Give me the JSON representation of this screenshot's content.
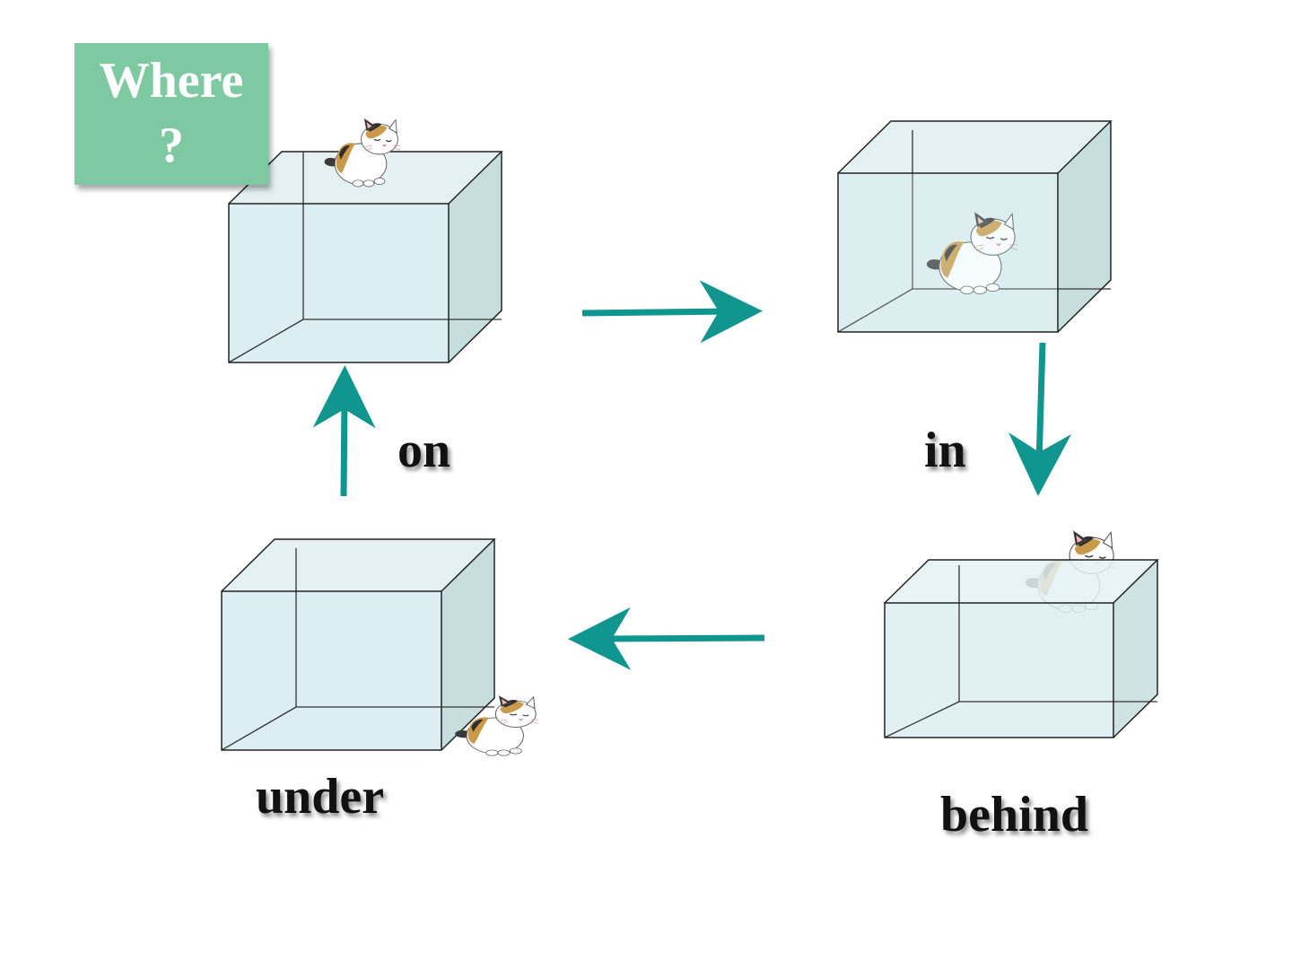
{
  "title": {
    "line1": "Where",
    "line2": "?"
  },
  "labels": {
    "on": "on",
    "in": "in",
    "behind": "behind",
    "under": "under"
  },
  "colors": {
    "arrow": "#10958f",
    "title_bg": "#7fc9a2",
    "box_face": "#dceef1",
    "box_side": "#c8dede",
    "box_stroke": "#222222"
  },
  "icons": [
    "cat-icon",
    "arrow-icon",
    "glass-box"
  ]
}
